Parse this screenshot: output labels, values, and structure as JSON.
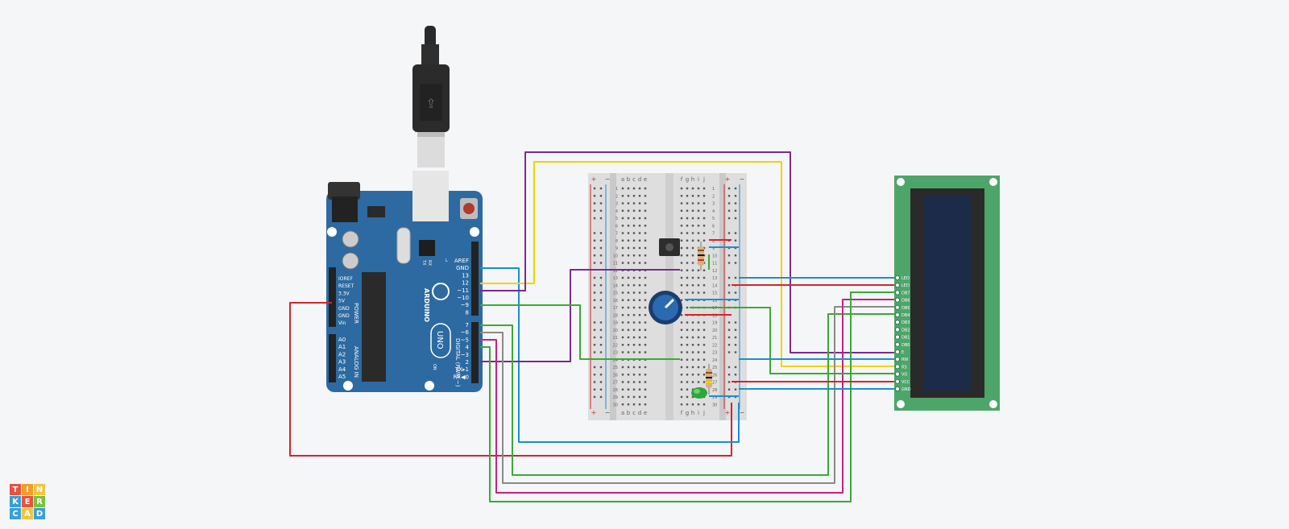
{
  "logo": {
    "letters": [
      "T",
      "I",
      "N",
      "K",
      "E",
      "R",
      "C",
      "A",
      "D"
    ],
    "colors": [
      "#e8523f",
      "#f59d2a",
      "#f2c43e",
      "#3a9fd6",
      "#e8523f",
      "#7cc242",
      "#3a9fd6",
      "#f2c43e",
      "#3a9fd6"
    ]
  },
  "arduino": {
    "brand": "ARDUINO",
    "model": "UNO",
    "power_header": "POWER",
    "analog_header": "ANALOG IN",
    "digital_header": "DIGITAL (PWM ~)",
    "on_label": "ON",
    "tx_label": "TX",
    "rx_label": "RX",
    "l_label": "L",
    "power_pins": [
      "IOREF",
      "RESET",
      "3.3V",
      "5V",
      "GND",
      "GND",
      "Vin"
    ],
    "analog_pins": [
      "A0",
      "A1",
      "A2",
      "A3",
      "A4",
      "A5"
    ],
    "digital_pins_top": [
      "AREF",
      "GND",
      "13",
      "12",
      "~11",
      "~10",
      "~9",
      "8"
    ],
    "digital_pins_bottom": [
      "7",
      "~6",
      "~5",
      "4",
      "~3",
      "2",
      "TX▸1",
      "RX◀0"
    ]
  },
  "breadboard": {
    "cols_left": [
      "a",
      "b",
      "c",
      "d",
      "e"
    ],
    "cols_right": [
      "f",
      "g",
      "h",
      "i",
      "j"
    ],
    "rows": [
      "1",
      "2",
      "3",
      "4",
      "5",
      "6",
      "7",
      "8",
      "9",
      "10",
      "11",
      "12",
      "13",
      "14",
      "15",
      "16",
      "17",
      "18",
      "19",
      "20",
      "21",
      "22",
      "23",
      "24",
      "25",
      "26",
      "27",
      "28",
      "29",
      "30"
    ],
    "plus": "+",
    "minus": "−"
  },
  "lcd": {
    "pins": [
      "LED",
      "LED",
      "DB7",
      "DB6",
      "DB5",
      "DB4",
      "DB3",
      "DB2",
      "DB1",
      "DB0",
      "E",
      "RW",
      "RS",
      "VO",
      "VCC",
      "GND"
    ]
  },
  "colors": {
    "red": "#d3252a",
    "blue": "#1a8fd0",
    "yellow": "#f2d300",
    "purple": "#7a2a8f",
    "green": "#3aaa35",
    "gray": "#8a8a8a",
    "magenta": "#c6237e",
    "board_blue": "#2d6aa1",
    "lcd_green": "#4ea56a",
    "lcd_screen": "#1c2b4a"
  }
}
